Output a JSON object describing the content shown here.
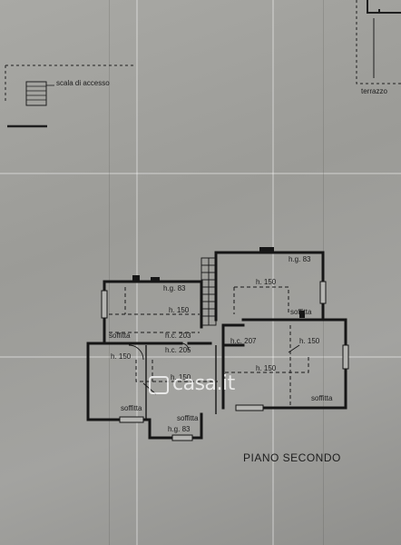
{
  "top_left": {
    "access_label": "scala di accesso"
  },
  "top_right": {
    "terrace_label": "terrazzo"
  },
  "floor_title": "PIANO SECONDO",
  "watermark": {
    "text": "casa.it"
  },
  "labels": {
    "hg83_a": "h.g. 83",
    "hg83_b": "h.g. 83",
    "hg83_c": "h.g. 83",
    "h150_a": "h. 150",
    "h150_b": "h. 150",
    "h150_c": "h. 150",
    "h150_d": "h. 150",
    "h150_e": "h. 150",
    "h150_f": "h. 150",
    "soffitta_a": "soffitta",
    "soffitta_b": "soffitta",
    "soffitta_c": "soffitta",
    "soffitta_d": "soffitta",
    "soffitta_e": "soffitta",
    "hc203": "h.c. 203",
    "hc205": "h.c. 205",
    "hc207": "h.c. 207"
  }
}
